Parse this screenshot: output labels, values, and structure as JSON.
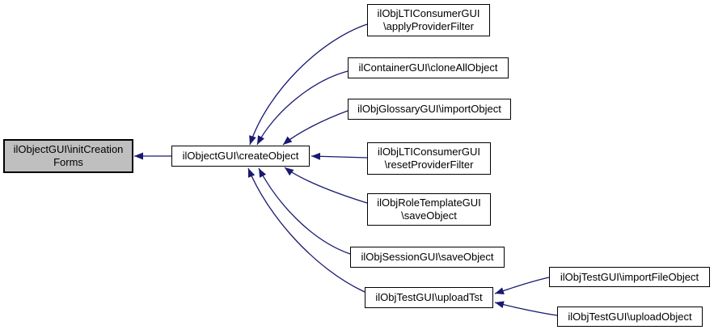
{
  "graph": {
    "type": "call-graph",
    "colors": {
      "edge": "#191970",
      "node_border": "#000000",
      "node_fill": "#ffffff",
      "highlight_fill": "#bfbfbf",
      "background": "#ffffff"
    },
    "nodes": {
      "initCreationForms": {
        "label": "ilObjectGUI\\initCreation\nForms"
      },
      "createObject": {
        "label": "ilObjectGUI\\createObject"
      },
      "applyProviderFilter": {
        "label": "ilObjLTIConsumerGUI\n\\applyProviderFilter"
      },
      "cloneAllObject": {
        "label": "ilContainerGUI\\cloneAllObject"
      },
      "importObject": {
        "label": "ilObjGlossaryGUI\\importObject"
      },
      "resetProviderFilter": {
        "label": "ilObjLTIConsumerGUI\n\\resetProviderFilter"
      },
      "saveObjectRoleTemplate": {
        "label": "ilObjRoleTemplateGUI\n\\saveObject"
      },
      "saveObjectSession": {
        "label": "ilObjSessionGUI\\saveObject"
      },
      "uploadTst": {
        "label": "ilObjTestGUI\\uploadTst"
      },
      "importFileObject": {
        "label": "ilObjTestGUI\\importFileObject"
      },
      "uploadObject": {
        "label": "ilObjTestGUI\\uploadObject"
      }
    },
    "edges": [
      {
        "from": "createObject",
        "to": "initCreationForms"
      },
      {
        "from": "applyProviderFilter",
        "to": "createObject"
      },
      {
        "from": "cloneAllObject",
        "to": "createObject"
      },
      {
        "from": "importObject",
        "to": "createObject"
      },
      {
        "from": "resetProviderFilter",
        "to": "createObject"
      },
      {
        "from": "saveObjectRoleTemplate",
        "to": "createObject"
      },
      {
        "from": "saveObjectSession",
        "to": "createObject"
      },
      {
        "from": "uploadTst",
        "to": "createObject"
      },
      {
        "from": "importFileObject",
        "to": "uploadTst"
      },
      {
        "from": "uploadObject",
        "to": "uploadTst"
      }
    ]
  }
}
